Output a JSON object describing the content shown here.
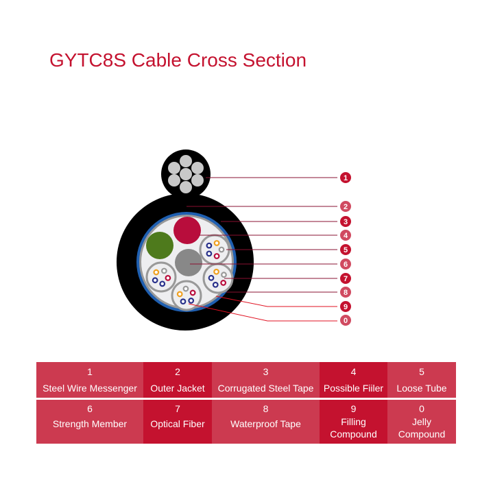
{
  "title": "GYTC8S Cable Cross Section",
  "callouts": [
    "1",
    "2",
    "3",
    "4",
    "5",
    "6",
    "7",
    "8",
    "9",
    "0"
  ],
  "legend": [
    {
      "num": "1",
      "label": "Steel Wire Messenger"
    },
    {
      "num": "2",
      "label": "Outer Jacket"
    },
    {
      "num": "3",
      "label": "Corrugated Steel Tape"
    },
    {
      "num": "4",
      "label": "Possible Fiiler"
    },
    {
      "num": "5",
      "label": "Loose Tube"
    },
    {
      "num": "6",
      "label": "Strength Member"
    },
    {
      "num": "7",
      "label": "Optical Fiber"
    },
    {
      "num": "8",
      "label": "Waterproof Tape"
    },
    {
      "num": "9",
      "label": "Filling Compound"
    },
    {
      "num": "0",
      "label": "Jelly Compound"
    }
  ],
  "colors": {
    "accent": "#c4122f",
    "light": "#cc3a50",
    "filler_green": "#4e7a1c",
    "blue": "#1f5fb0"
  }
}
